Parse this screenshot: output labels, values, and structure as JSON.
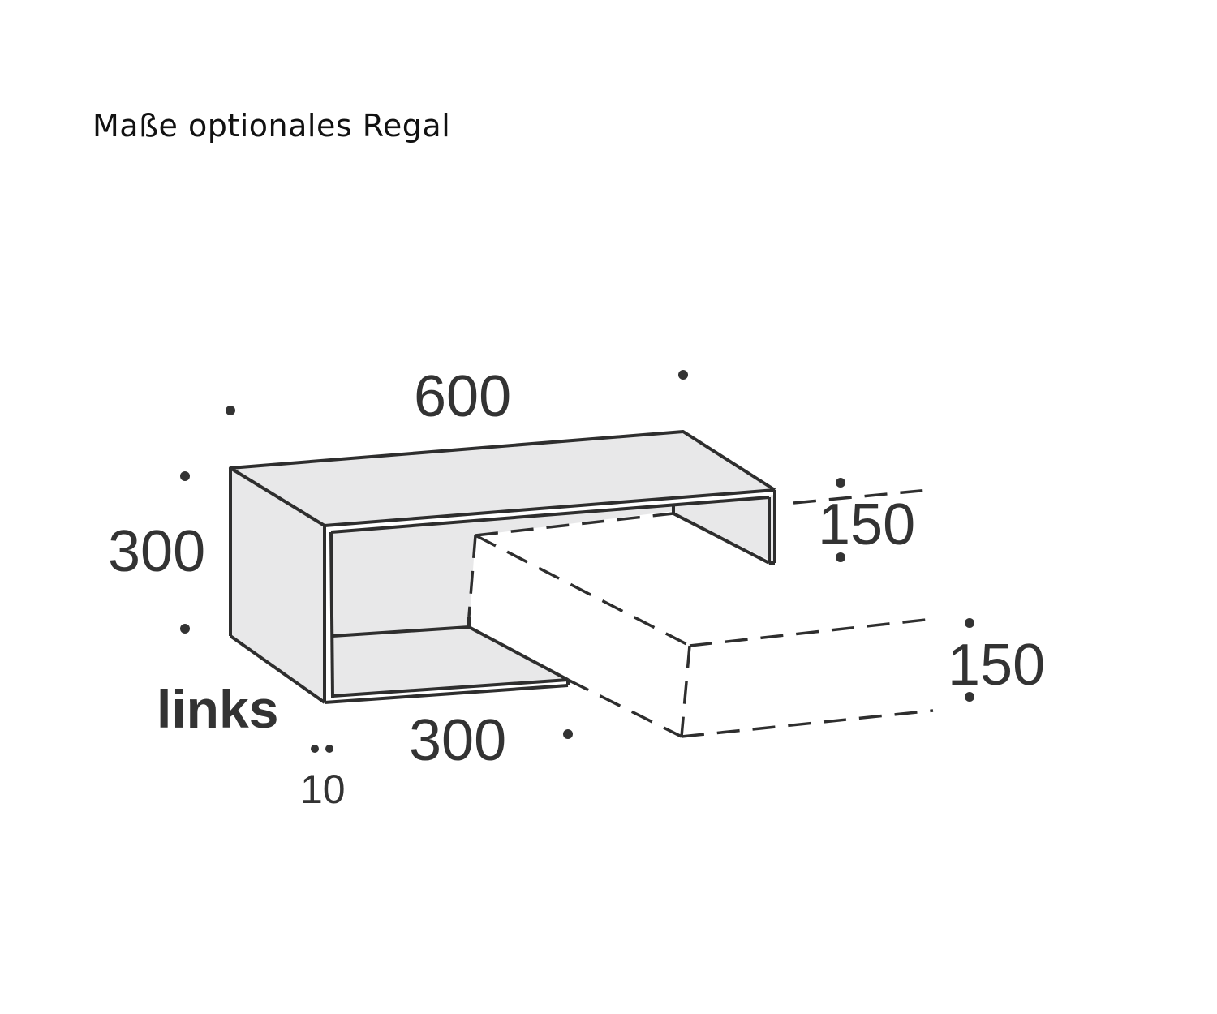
{
  "title": "Maße optionales Regal",
  "dimensions": {
    "width_top": "600",
    "height_left": "300",
    "depth_bottom": "300",
    "panel_thickness": "10",
    "shelf_height_right": "150",
    "drawer_height_right": "150"
  },
  "side_label": "links",
  "colors": {
    "line": "#2e2e2e",
    "face_fill": "#e8e8e9",
    "text": "#333333",
    "background": "#ffffff"
  }
}
